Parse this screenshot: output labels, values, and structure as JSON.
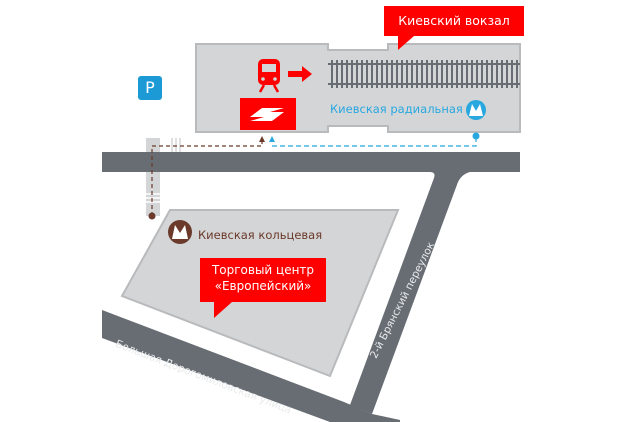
{
  "map": {
    "title_callout": "Киевский вокзал",
    "mall_callout_line1": "Торговый центр",
    "mall_callout_line2": "«Европейский»",
    "metro_radial": "Киевская радиальная",
    "metro_ring": "Киевская кольцевая",
    "metro_letter": "М",
    "parking_label": "P",
    "streets": {
      "main": "Большая Дорогомиловская улица",
      "side": "2-й Брянский переулок"
    }
  },
  "colors": {
    "accent_red": "#ff0000",
    "radial_line_blue": "#29a8e0",
    "ring_line_brown": "#6b3a2a",
    "road_gray": "#676d73",
    "building_gray": "#d4d5d7",
    "parking_blue": "#1b9ad6"
  },
  "icons": [
    "train-icon",
    "arrow-right-icon",
    "rail-logo-icon",
    "metro-icon",
    "parking-icon",
    "rail-track-icon"
  ]
}
